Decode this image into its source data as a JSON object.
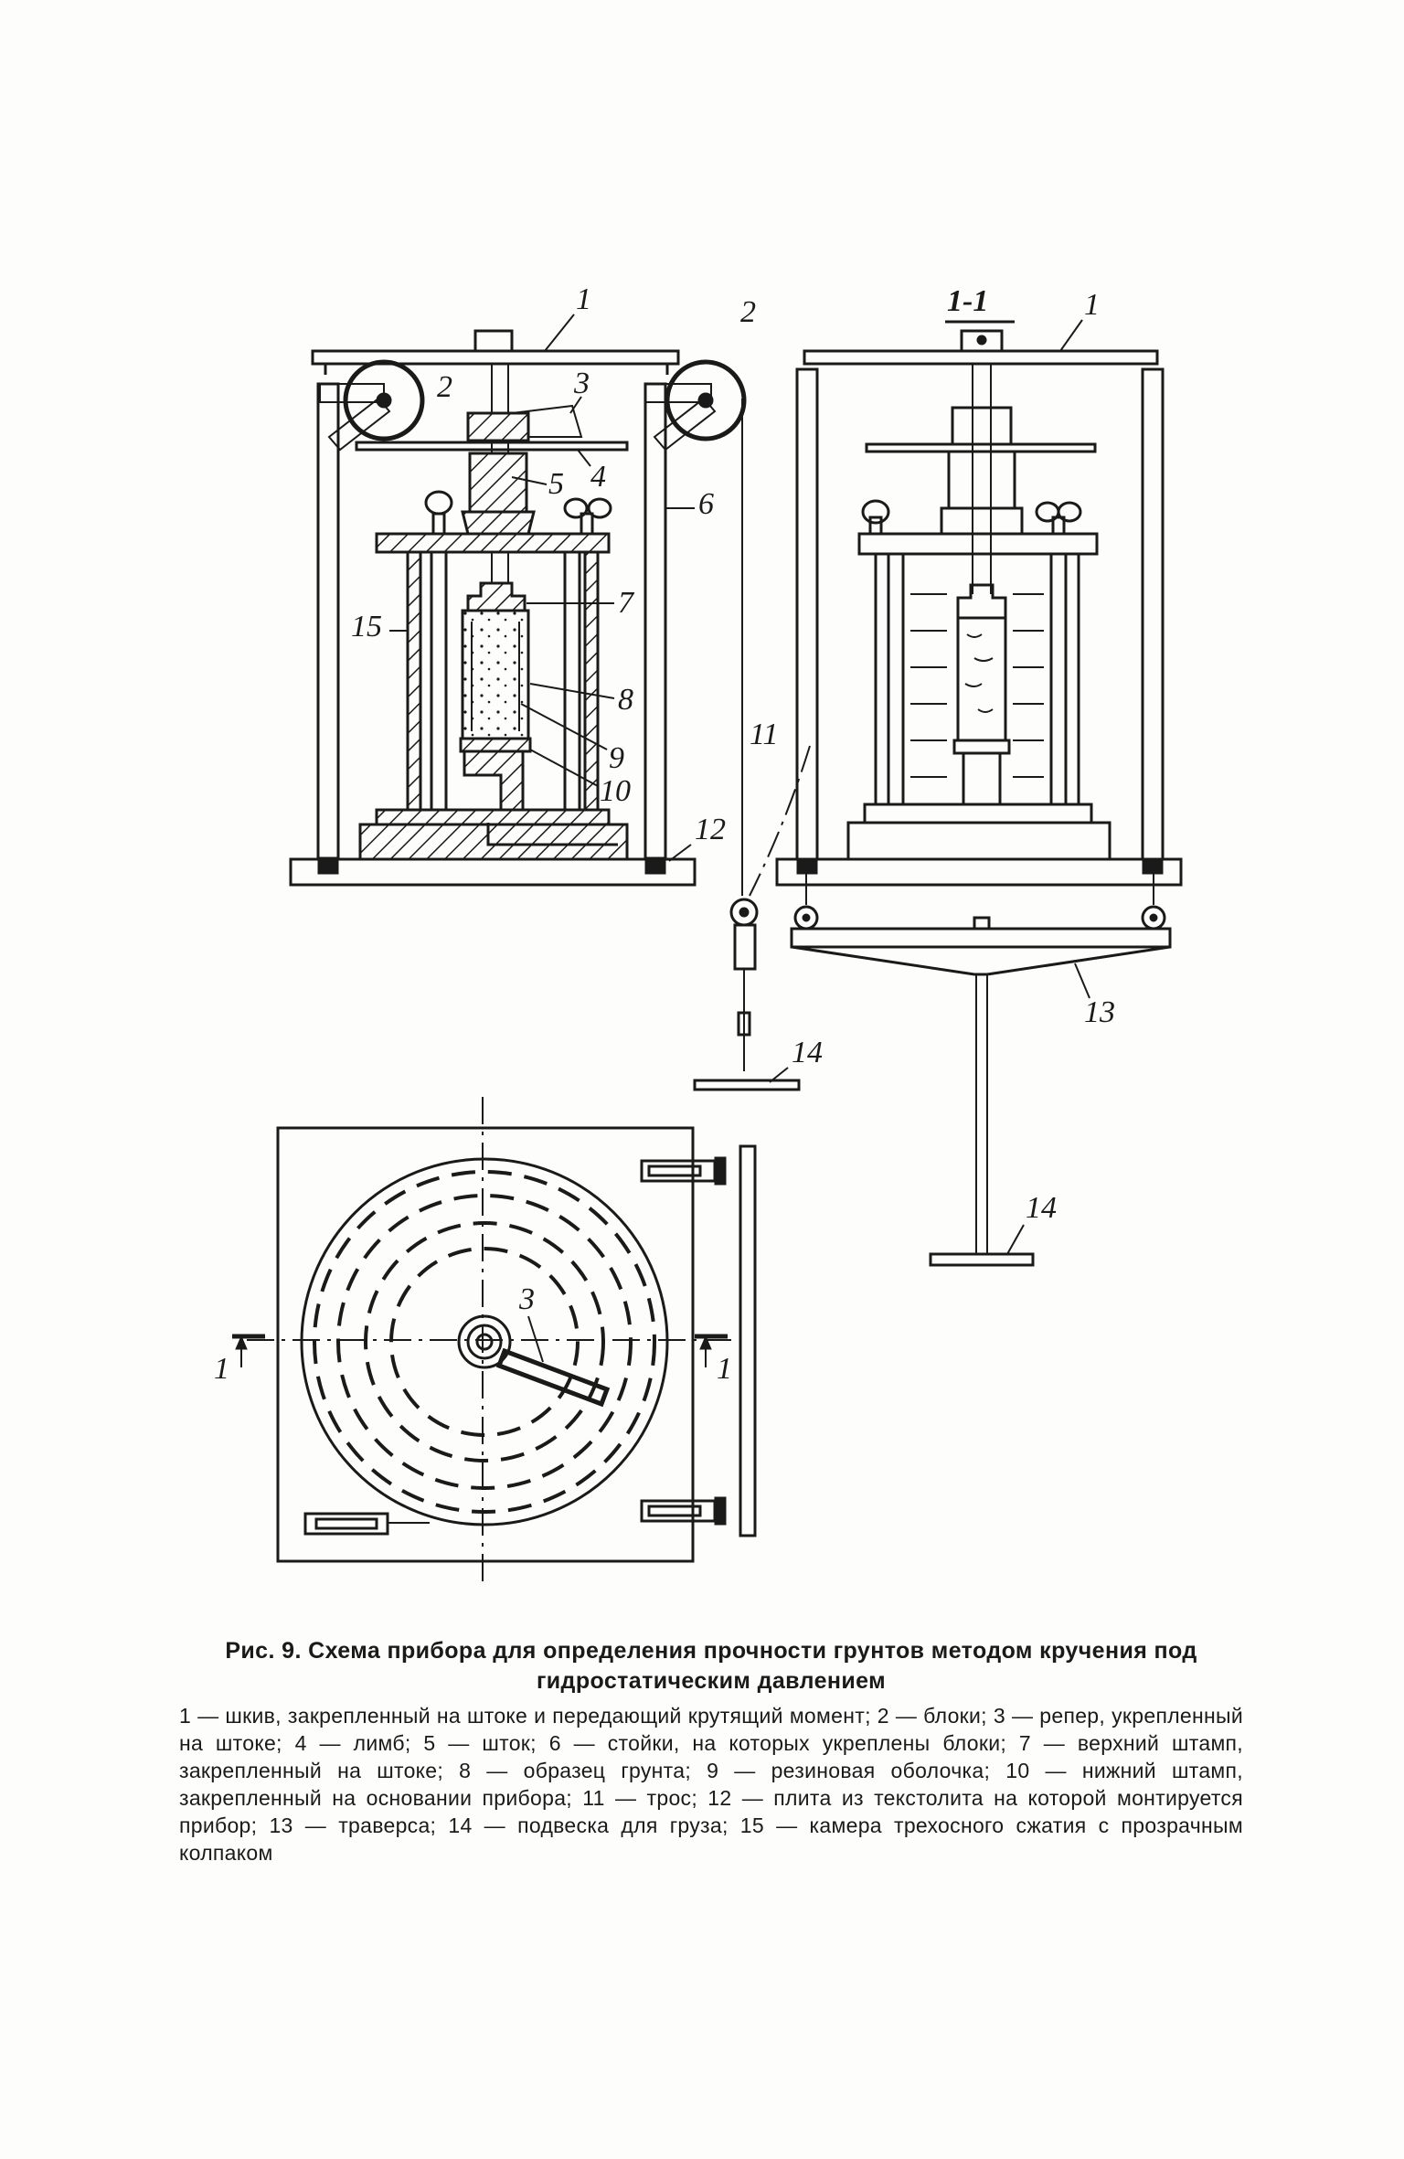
{
  "figure": {
    "labels": {
      "l1_front": "1",
      "l2_left": "2",
      "l2_right": "2",
      "l3": "3",
      "l4": "4",
      "l5": "5",
      "l6": "6",
      "l7": "7",
      "l8": "8",
      "l9": "9",
      "l10": "10",
      "l11": "11",
      "l12": "12",
      "l14_front": "14",
      "l15": "15",
      "section_title": "1-1",
      "l1_section": "1",
      "l13": "13",
      "l14_section": "14",
      "l3_plan": "3",
      "cut_left": "1",
      "cut_right": "1"
    }
  },
  "caption": {
    "title": "Рис. 9. Схема прибора для определения прочности грунтов методом кручения под гидростатическим давлением",
    "body": "1 — шкив, закрепленный на штоке и передающий крутящий момент; 2 — блоки; 3 — репер, укрепленный на штоке; 4 — лимб; 5 — шток; 6 — стойки, на которых укреплены блоки; 7 — верхний штамп, закрепленный на штоке; 8 — образец грунта; 9 — резиновая оболочка; 10 — нижний штамп, закрепленный на основании прибора; 11 — трос; 12 — плита из текстолита на которой монтируется прибор; 13 — траверса; 14 — подвеска для груза; 15 — камера трехосного сжатия с прозрачным колпаком"
  }
}
